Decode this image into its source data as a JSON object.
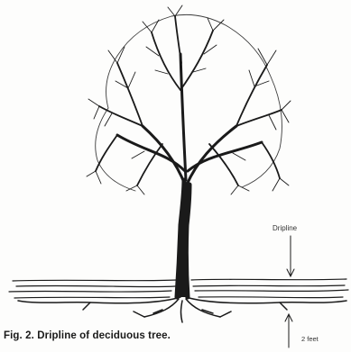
{
  "figure": {
    "caption": "Fig. 2. Dripline of deciduous tree.",
    "dripline_label": "Dripline",
    "depth_label": "2 feet"
  },
  "colors": {
    "ink": "#1a1a1a",
    "background": "#fdfdfc"
  },
  "icons": {
    "tree": "deciduous-tree-illustration",
    "dripline_arrow": "down-arrow",
    "depth_arrow": "up-arrow"
  }
}
